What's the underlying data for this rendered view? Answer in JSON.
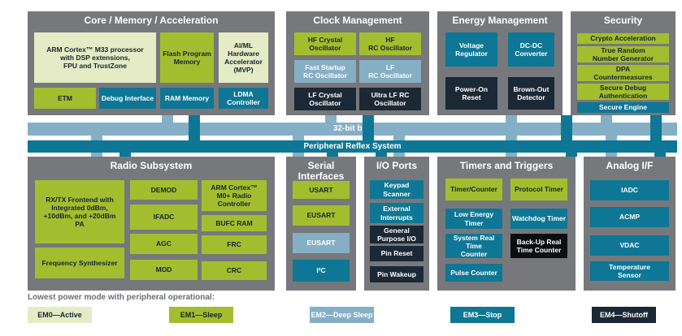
{
  "colors": {
    "section_gray": "#77787b",
    "em0_pale": "#e5ebc5",
    "em1_olive": "#a4bd2e",
    "em2_light_blue": "#85afc5",
    "em3_teal": "#0e7795",
    "em4_dark_navy": "#1b2835",
    "black": "#0b0e11"
  },
  "bus": {
    "bus32_label": "32-bit bus",
    "prs_label": "Peripheral Reflex System"
  },
  "sections": {
    "core": {
      "title": "Core / Memory / Acceleration",
      "blocks": [
        "ARM Cortex™ M33 processor\nwith DSP extensions,\nFPU and TrustZone",
        "Flash Program\nMemory",
        "AI/ML Hardware\nAccelerator\n(MVP)",
        "ETM",
        "Debug Interface",
        "RAM Memory",
        "LDMA\nController"
      ]
    },
    "clock": {
      "title": "Clock Management",
      "blocks": [
        "HF Crystal\nOscillator",
        "HF\nRC Oscillator",
        "Fast Startup\nRC Oscillator",
        "LF\nRC Oscillator",
        "LF Crystal\nOscillator",
        "Ultra LF RC\nOscillator"
      ]
    },
    "energy": {
      "title": "Energy Management",
      "blocks": [
        "Voltage\nRegulator",
        "DC-DC\nConverter",
        "Power-On\nReset",
        "Brown-Out\nDetector"
      ]
    },
    "security": {
      "title": "Security",
      "blocks": [
        "Crypto Acceleration",
        "True Random\nNumber Generator",
        "DPA\nCountermeasures",
        "Secure Debug\nAuthentication",
        "Secure Engine"
      ]
    },
    "radio": {
      "title": "Radio Subsystem",
      "blocks": [
        "RX/TX Frontend with\nIntegrated 0dBm,\n+10dBm, and +20dBm\nPA",
        "Frequency Synthesizer",
        "DEMOD",
        "IFADC",
        "AGC",
        "MOD",
        "ARM Cortex™\nM0+ Radio\nController",
        "BUFC RAM",
        "FRC",
        "CRC"
      ]
    },
    "serial": {
      "title": "Serial\nInterfaces",
      "blocks": [
        "USART",
        "EUSART",
        "EUSART",
        "I²C"
      ]
    },
    "io": {
      "title": "I/O Ports",
      "blocks": [
        "Keypad Scanner",
        "External\nInterrupts",
        "General\nPurpose I/O",
        "Pin Reset",
        "Pin Wakeup"
      ]
    },
    "timers": {
      "title": "Timers and Triggers",
      "blocks": [
        "Timer/Counter",
        "Protocol Timer",
        "Low Energy Timer",
        "Watchdog Timer",
        "System Real Time\nCounter",
        "Back-Up Real\nTime Counter",
        "Pulse Counter"
      ]
    },
    "analog": {
      "title": "Analog I/F",
      "blocks": [
        "IADC",
        "ACMP",
        "VDAC",
        "Temperature\nSensor"
      ]
    }
  },
  "legend": {
    "label": "Lowest power mode with peripheral operational:",
    "items": [
      "EM0—Active",
      "EM1—Sleep",
      "EM2—Deep Sleep",
      "EM3—Stop",
      "EM4—Shutoff"
    ]
  }
}
